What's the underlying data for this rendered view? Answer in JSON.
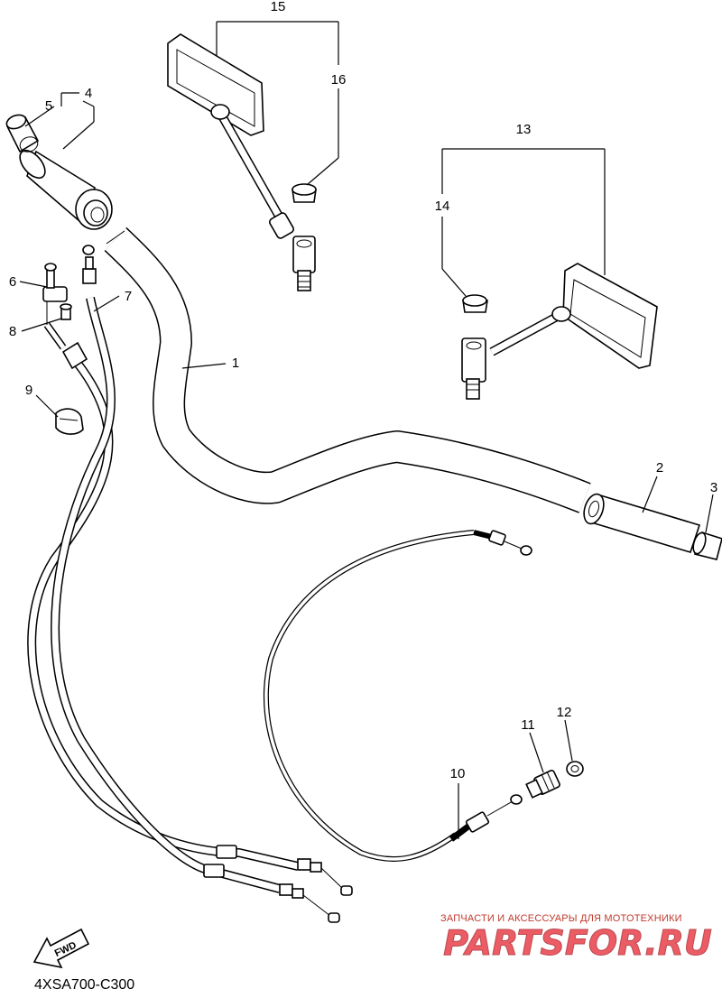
{
  "diagram": {
    "callouts": [
      "1",
      "2",
      "3",
      "4",
      "5",
      "6",
      "7",
      "8",
      "9",
      "10",
      "11",
      "12",
      "13",
      "14",
      "15",
      "16"
    ],
    "fwd_label": "FWD",
    "drawing_code": "4XSA700-C300"
  },
  "watermark": {
    "subtitle": "ЗАПЧАСТИ И АКСЕССУАРЫ ДЛЯ МОТОТЕХНИКИ",
    "logo_text": "PARTSFOR.RU",
    "color": "#e8404a"
  }
}
